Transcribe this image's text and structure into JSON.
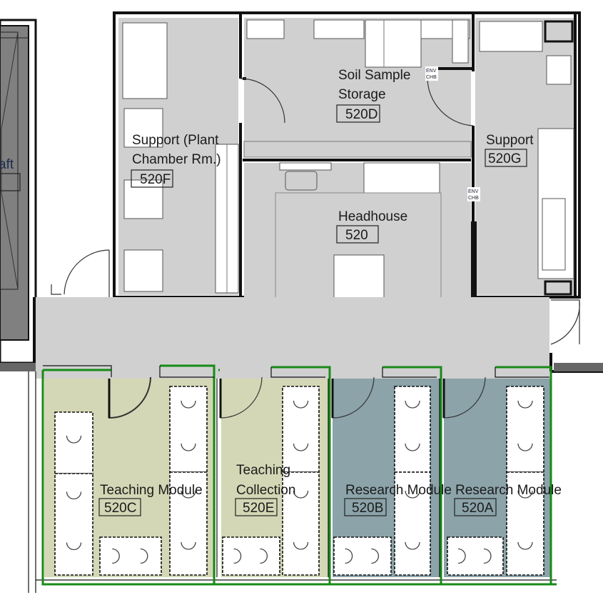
{
  "colors": {
    "corridor": "#d0d0d0",
    "teaching": "#d4d7b5",
    "research": "#8ba3a9",
    "shaft": "#808080",
    "green_line": "#178a17"
  },
  "shaft": {
    "label": "aft"
  },
  "rooms": {
    "soil": {
      "line1": "Soil Sample",
      "line2": "Storage",
      "number": "520D"
    },
    "plant": {
      "line1": "Support (Plant",
      "line2": "Chamber Rm.)",
      "number": "520F"
    },
    "support": {
      "line1": "Support",
      "number": "520G"
    },
    "headhouse": {
      "line1": "Headhouse",
      "number": "520"
    },
    "teach_mod": {
      "line1": "Teaching Module",
      "number": "520C"
    },
    "teach_col": {
      "line1": "Teaching",
      "line2": "Collection",
      "number": "520E"
    },
    "research_b": {
      "line1": "Research Module",
      "number": "520B"
    },
    "research_a": {
      "line1": "Research Module",
      "number": "520A"
    }
  },
  "env_tags": [
    {
      "line1": "ENV",
      "line2": "CHB"
    },
    {
      "line1": "ENV",
      "line2": "CHB"
    }
  ]
}
